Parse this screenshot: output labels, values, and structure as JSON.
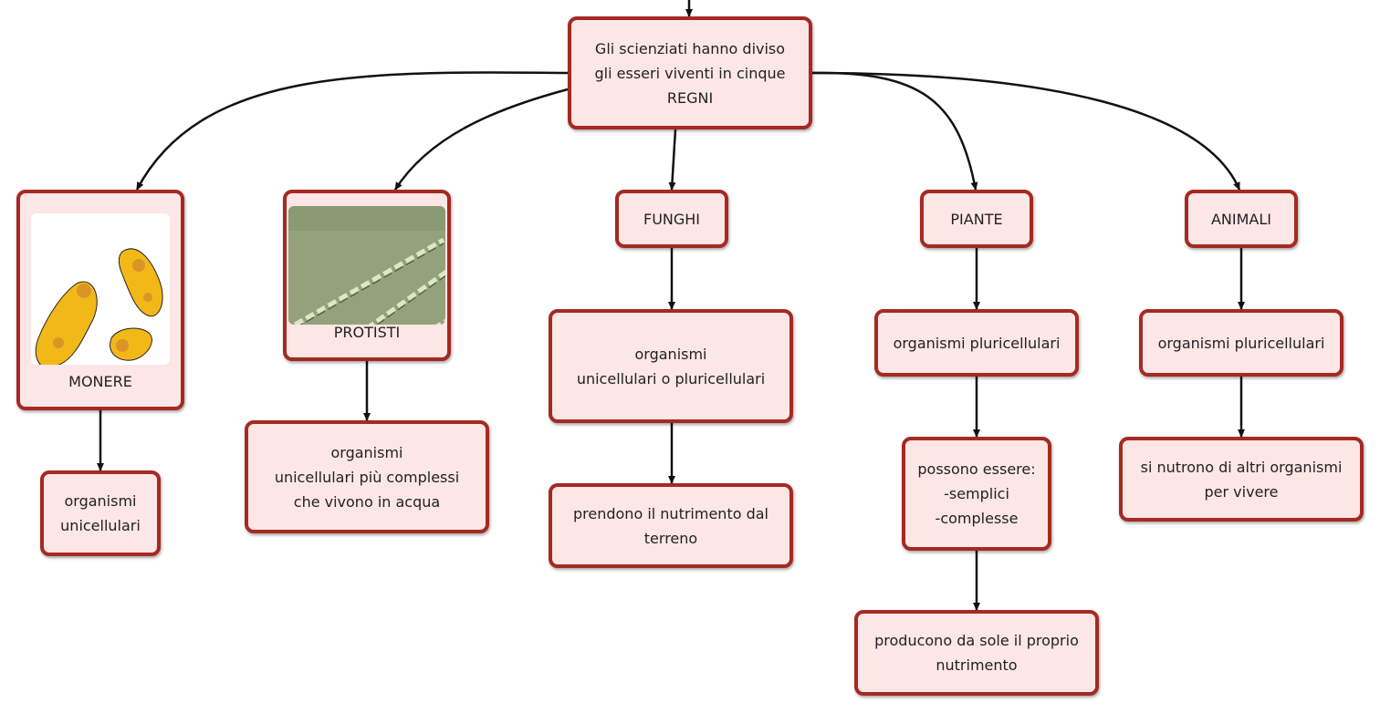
{
  "root": {
    "text": "Gli scienziati hanno diviso\ngli esseri viventi in cinque\nREGNI"
  },
  "kingdoms": [
    {
      "id": "monere",
      "label": "MONERE",
      "children": [
        "organismi\nunicellulari"
      ]
    },
    {
      "id": "protisti",
      "label": "PROTISTI",
      "children": [
        "organismi\nunicellulari più complessi\nche vivono in acqua"
      ]
    },
    {
      "id": "funghi",
      "label": "FUNGHI",
      "children": [
        "organismi\nunicellulari  o pluricellulari",
        "prendono il nutrimento dal\nterreno"
      ]
    },
    {
      "id": "piante",
      "label": "PIANTE",
      "children": [
        "organismi pluricellulari",
        "possono essere:\n-semplici\n-complesse",
        "producono da sole il proprio\nnutrimento"
      ]
    },
    {
      "id": "animali",
      "label": "ANIMALI",
      "children": [
        "organismi pluricellulari",
        "si nutrono di altri organismi\nper vivere"
      ]
    }
  ],
  "colors": {
    "border": "#a52a22",
    "fill": "#fde6e6",
    "line": "#111111"
  },
  "icons": {
    "monere": "bacteria-illustration",
    "protisti": "algae-micrograph"
  }
}
